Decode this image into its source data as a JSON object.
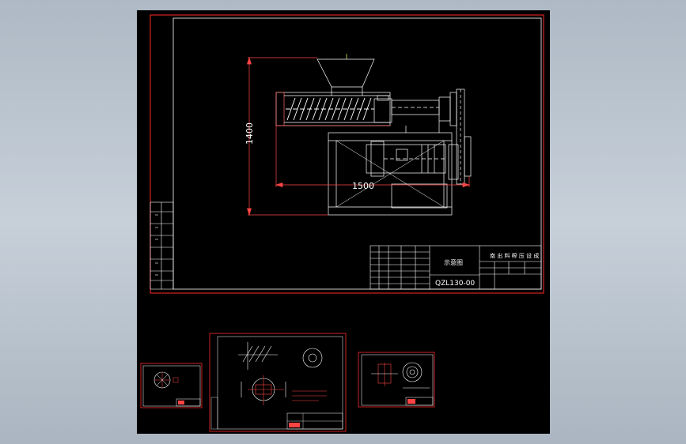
{
  "drawing": {
    "dimension_height": "1400",
    "dimension_width": "1500",
    "title_cell": "示意图",
    "drawing_number": "QZL130-00",
    "right_title": "南 出 料 榨 压 设 成"
  },
  "colors": {
    "background": "#000000",
    "frame": "#ff2a2a",
    "line": "#ffffff",
    "bg_gradient": "#b6c1cc"
  }
}
